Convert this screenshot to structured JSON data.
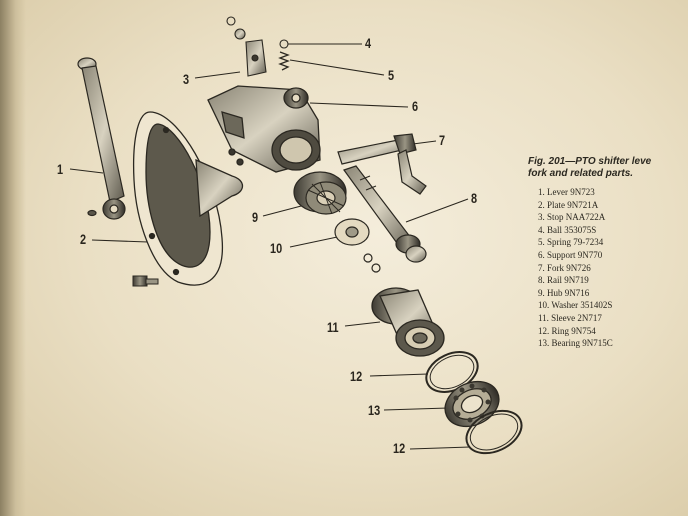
{
  "figure": {
    "caption": {
      "title": "Fig. 201—PTO shifter leve",
      "subtitle": "fork and related parts."
    },
    "parts_list": [
      "1. Lever 9N723",
      "2. Plate 9N721A",
      "3. Stop NAA722A",
      "4. Ball 353075S",
      "5. Spring 79-7234",
      "6. Support 9N770",
      "7. Fork 9N726",
      "8. Rail 9N719",
      "9. Hub 9N716",
      "10. Washer 351402S",
      "11. Sleeve 2N717",
      "12. Ring 9N754",
      "13. Bearing 9N715C"
    ],
    "callouts": [
      "1",
      "2",
      "3",
      "4",
      "5",
      "6",
      "7",
      "8",
      "9",
      "10",
      "11",
      "12",
      "13",
      "12"
    ]
  }
}
